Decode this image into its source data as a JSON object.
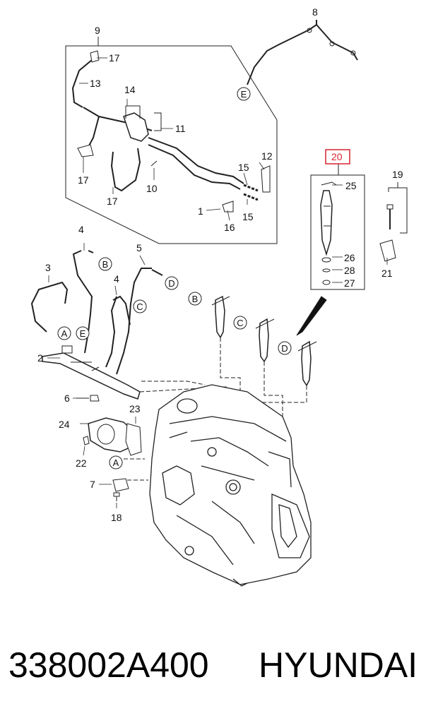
{
  "callouts": [
    "1",
    "2",
    "3",
    "4",
    "4",
    "5",
    "6",
    "7",
    "8",
    "9",
    "10",
    "11",
    "12",
    "13",
    "14",
    "15",
    "15",
    "16",
    "17",
    "17",
    "17",
    "18",
    "19",
    "20",
    "21",
    "22",
    "23",
    "24",
    "25",
    "26",
    "27",
    "28"
  ],
  "connectors": [
    "A",
    "A",
    "B",
    "B",
    "C",
    "C",
    "D",
    "D",
    "E",
    "E"
  ],
  "highlight": {
    "label": "20",
    "color": "#d9232e"
  },
  "caption": {
    "part_number": "338002A400",
    "brand": "HYUNDAI"
  }
}
